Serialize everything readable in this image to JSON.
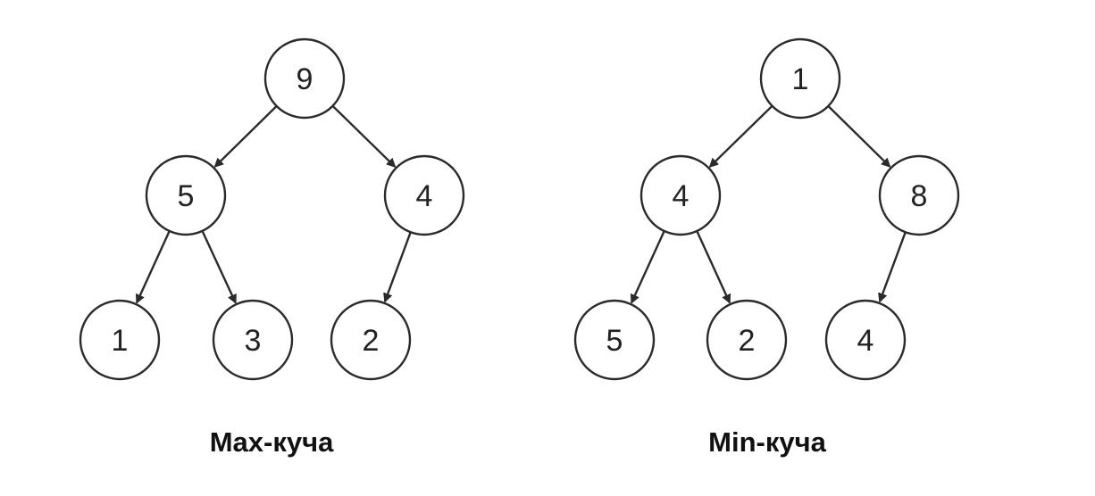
{
  "heaps": [
    {
      "id": "max",
      "caption": "Max-куча",
      "nodes": [
        "9",
        "5",
        "4",
        "1",
        "3",
        "2"
      ],
      "edges": [
        [
          0,
          1
        ],
        [
          0,
          2
        ],
        [
          1,
          3
        ],
        [
          1,
          4
        ],
        [
          2,
          5
        ]
      ]
    },
    {
      "id": "min",
      "caption": "Min-куча",
      "nodes": [
        "1",
        "4",
        "8",
        "5",
        "2",
        "4"
      ],
      "edges": [
        [
          0,
          1
        ],
        [
          0,
          2
        ],
        [
          1,
          3
        ],
        [
          1,
          4
        ],
        [
          2,
          5
        ]
      ]
    }
  ],
  "colors": {
    "stroke": "#2b2b2b",
    "text": "#222222",
    "caption": "#111111",
    "background": "#ffffff"
  }
}
